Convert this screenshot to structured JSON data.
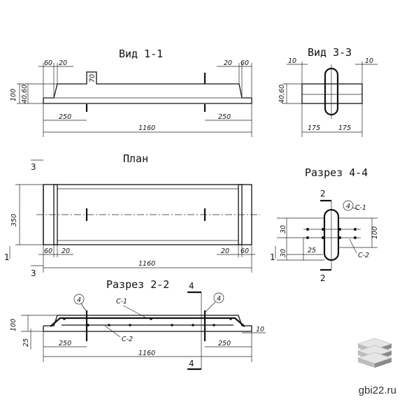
{
  "titles": {
    "view11": "Вид 1-1",
    "view33": "Вид 3-3",
    "plan": "План",
    "sec44": "Разрез 4-4",
    "sec22": "Разрез 2-2"
  },
  "dims": {
    "d60": "60",
    "d20": "20",
    "d70": "70",
    "d100": "100",
    "d4060": "40,60",
    "d250": "250",
    "d1160": "1160",
    "d10": "10",
    "d175": "175",
    "d350": "350",
    "d30": "30",
    "d25": "25"
  },
  "labels": {
    "m3": "3",
    "m1": "1",
    "m2": "2",
    "m4": "4",
    "c1": "С-1",
    "c2": "С-2",
    "item4": "4"
  },
  "site": "gbi22.ru",
  "colors": {
    "ink": "#111111",
    "logo_light": "#e6e6e6",
    "logo_mid": "#bdbdbd",
    "logo_dark": "#8a8a8a"
  }
}
